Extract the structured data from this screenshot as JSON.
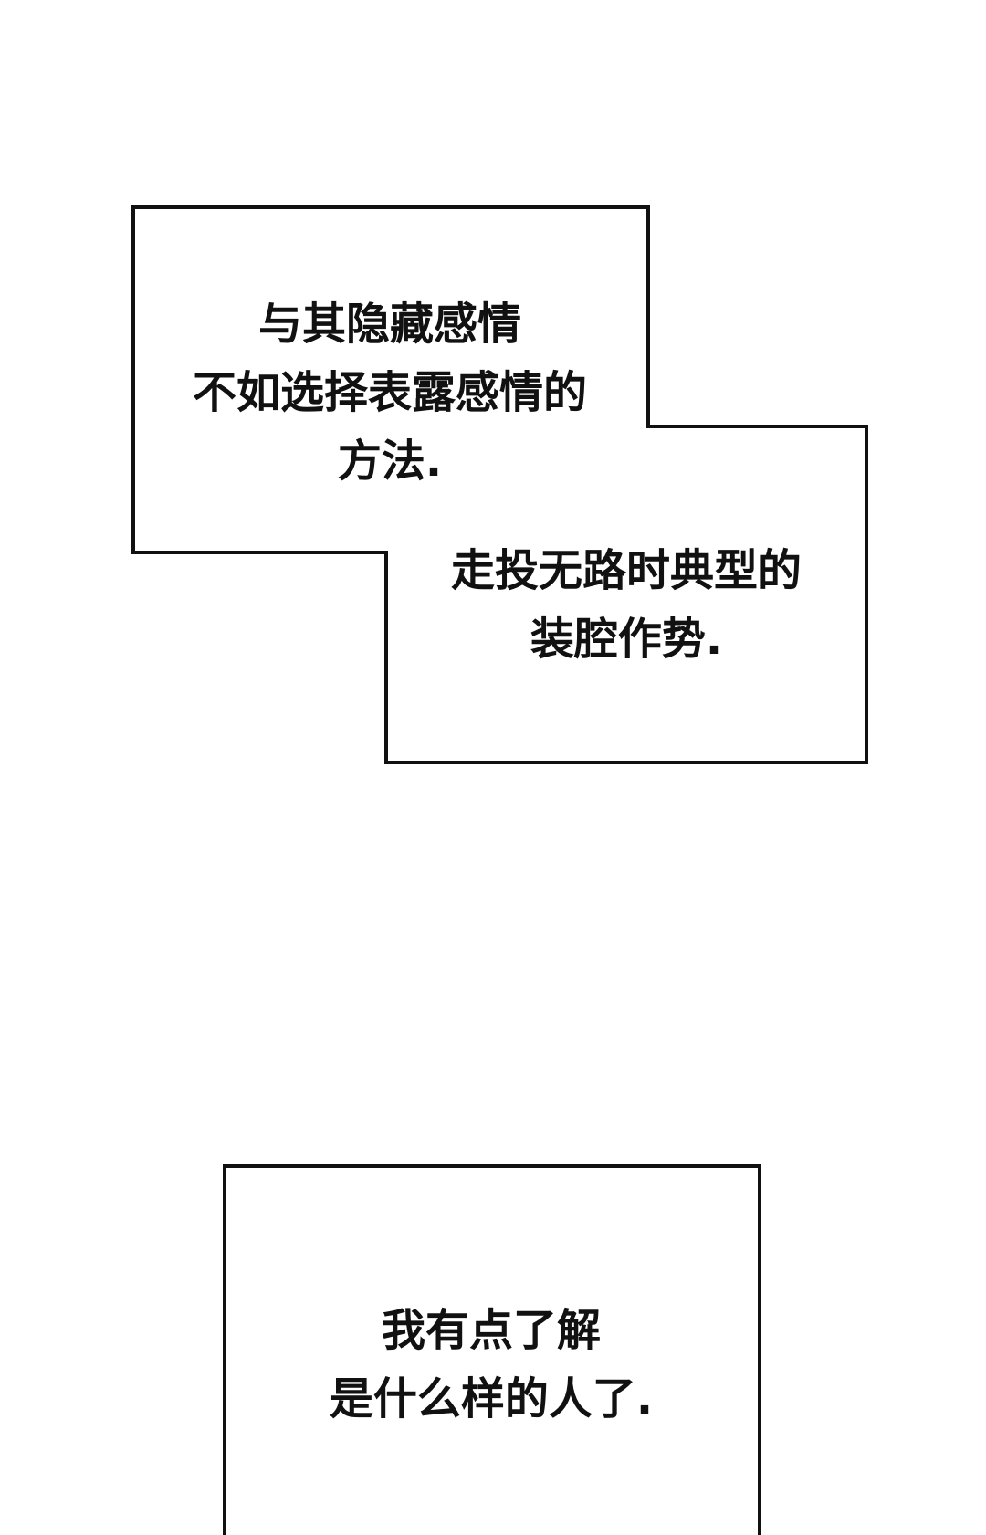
{
  "panels": [
    {
      "lines": [
        "与其隐藏感情",
        "不如选择表露感情的",
        "方法."
      ]
    },
    {
      "lines": [
        "走投无路时典型的",
        "装腔作势."
      ]
    },
    {
      "lines": [
        "我有点了解",
        "是什么样的人了."
      ]
    }
  ],
  "colors": {
    "border": "#111111",
    "background": "#ffffff",
    "text": "#111111"
  }
}
